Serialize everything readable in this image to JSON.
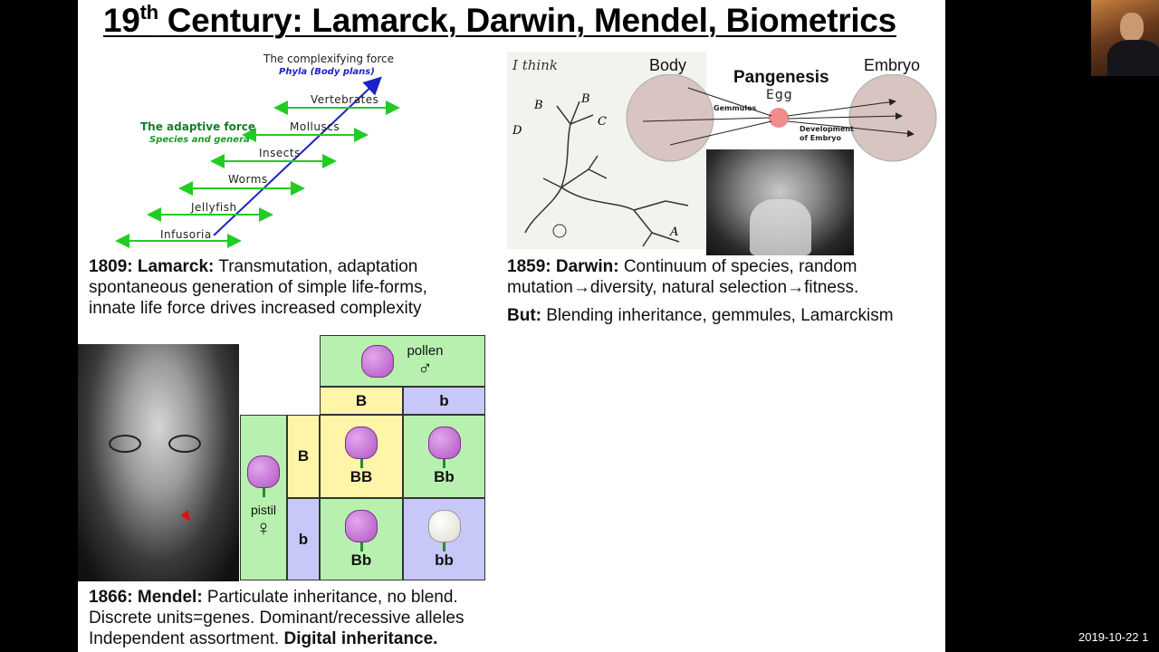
{
  "title": {
    "main": "19",
    "sup": "th",
    "rest": " Century: Lamarck, Darwin, Mendel, Biometrics"
  },
  "lamarck": {
    "labels": [
      "Vertebrates",
      "Molluscs",
      "Insects",
      "Worms",
      "Jellyfish",
      "Infusoria"
    ],
    "complexifying_force": "The complexifying force",
    "phyla": "Phyla (Body plans)",
    "adaptive_force": "The adaptive force",
    "species_genera": "Species and genera",
    "caption_year": "1809: Lamarck:",
    "caption_l1": " Transmutation, adaptation",
    "caption_l2": "spontaneous generation of simple life-forms,",
    "caption_l3": "innate life force drives increased complexity"
  },
  "darwin": {
    "sketch_text": "I think",
    "sketch_b": "B",
    "sketch_c": "C",
    "sketch_d": "D",
    "sketch_a": "A",
    "body": "Body",
    "pangenesis": "Pangenesis",
    "egg": "Egg",
    "gemmules": "Gemmules",
    "embryo": "Embryo",
    "development_l1": "Development",
    "development_l2": "of Embryo",
    "caption_year": "1859: Darwin:",
    "caption_l1": " Continuum of species, random",
    "caption_l2": "mutation→diversity, natural selection→fitness.",
    "but_label": "But:",
    "but_text": " Blending inheritance, gemmules, Lamarckism"
  },
  "mendel": {
    "pollen": "pollen",
    "male_symbol": "♂",
    "pistil": "pistil",
    "female_symbol": "♀",
    "col_B": "B",
    "col_b": "b",
    "row_B": "B",
    "row_b": "b",
    "BB": "BB",
    "Bb1": "Bb",
    "Bb2": "Bb",
    "bb": "bb",
    "caption_year": "1866: Mendel:",
    "caption_l1": " Particulate inheritance, no blend.",
    "caption_l2": "Discrete units=genes. Dominant/recessive alleles",
    "caption_l3": "Independent assortment. ",
    "caption_l3_bold": "Digital inheritance."
  },
  "timestamp": "2019-10-22  1",
  "colors": {
    "green": "#b8f0b0",
    "yellow": "#fff5a8",
    "purple": "#c8c8f8",
    "accent_blue": "#1a22c8",
    "arrow_green": "#22cc22"
  }
}
